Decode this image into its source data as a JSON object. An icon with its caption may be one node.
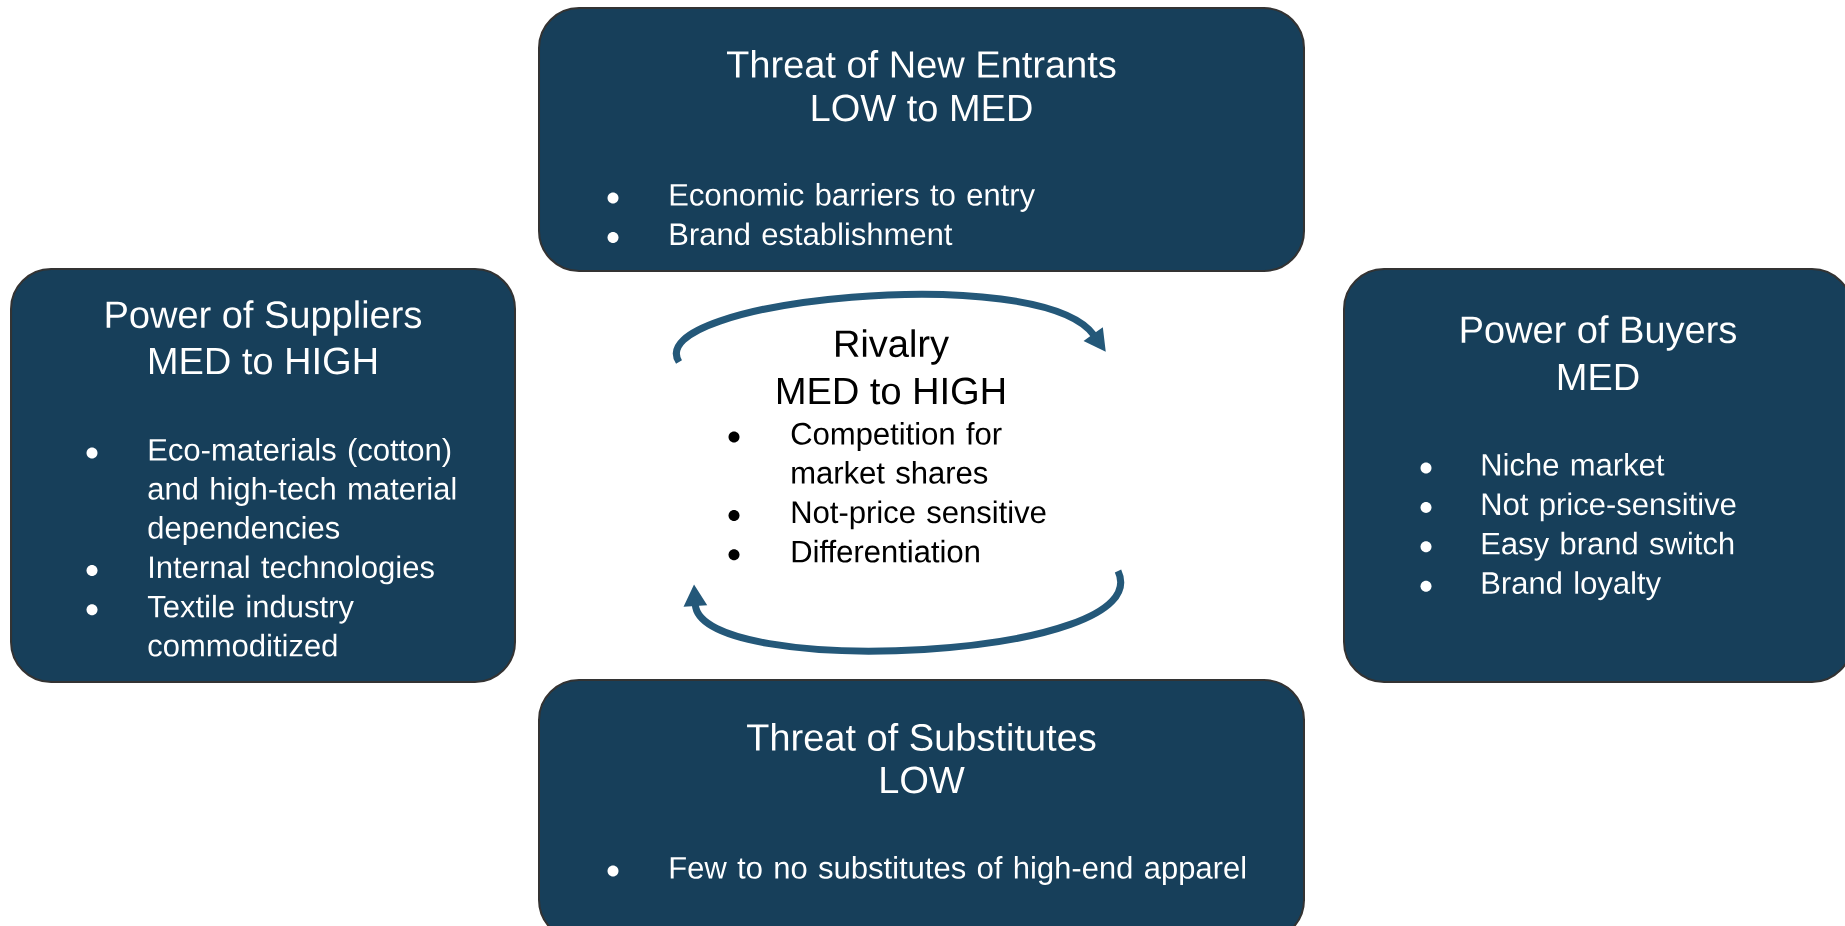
{
  "diagram": {
    "nodes": [
      {
        "text": [
          "Threat of New Entrants",
          "LOW to MED",
          "Economic barriers to entry",
          "Brand establishment"
        ]
      },
      {
        "text": [
          "Power of Suppliers",
          "MED to HIGH",
          "Eco-materials (cotton) and high-tech material dependencies",
          "Internal technologies",
          "Textile industry commoditized"
        ]
      },
      {
        "text": [
          "Power of Buyers",
          "MED",
          "Niche market",
          "Not price-sensitive",
          "Easy brand switch",
          "Brand loyalty"
        ]
      },
      {
        "text": [
          "Threat of Substitutes",
          "LOW",
          "Few to no substitutes of high-end apparel"
        ]
      }
    ],
    "labels": [
      "Rivalry",
      "MED to HIGH",
      "Competition for market shares",
      "Not-price sensitive",
      "Differentiation"
    ]
  }
}
